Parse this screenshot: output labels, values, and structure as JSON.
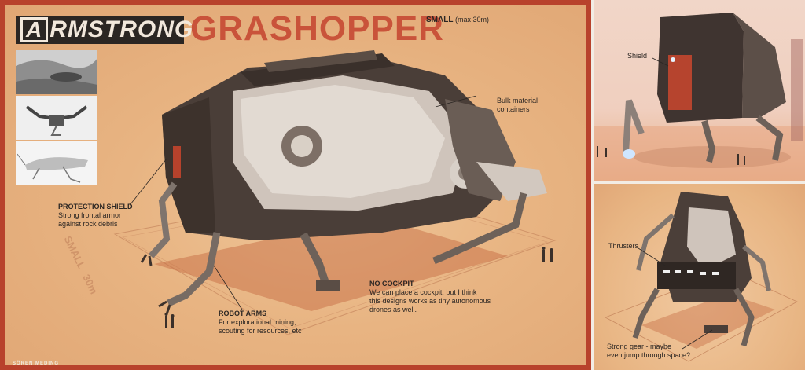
{
  "header": {
    "logo_initial": "A",
    "logo_rest": "RMSTRONG",
    "title": "GRASHOPPER",
    "size_bold": "SMALL",
    "size_extra": " (max 30m)"
  },
  "thumbnails": [
    "rock-grasshopper-photo",
    "robot-arms-render",
    "grasshopper-sketch"
  ],
  "annotations": {
    "bulk": {
      "text": "Bulk material\ncontainers"
    },
    "shield": {
      "title": "PROTECTION SHIELD",
      "text": "Strong frontal armor\nagainst rock debris"
    },
    "arms": {
      "title": "ROBOT ARMS",
      "text": "For explorational mining,\nscouting for resources, etc"
    },
    "cockpit": {
      "title": "NO COCKPIT",
      "text": "We can place a cockpit, but I think\nthis designs works as tiny autonomous\ndrones as well."
    }
  },
  "ground_text": {
    "line1": "SMALL",
    "line2": "30m"
  },
  "credit": "SÖREN MEDING",
  "side_top": {
    "label": "Shield"
  },
  "side_bottom": {
    "thrusters": "Thrusters",
    "gear": "Strong gear - maybe\neven jump through space?"
  },
  "colors": {
    "frame": "#b8422c",
    "title": "#c9533a",
    "logo_bg": "#2b2623",
    "sand": "#e8b482"
  }
}
